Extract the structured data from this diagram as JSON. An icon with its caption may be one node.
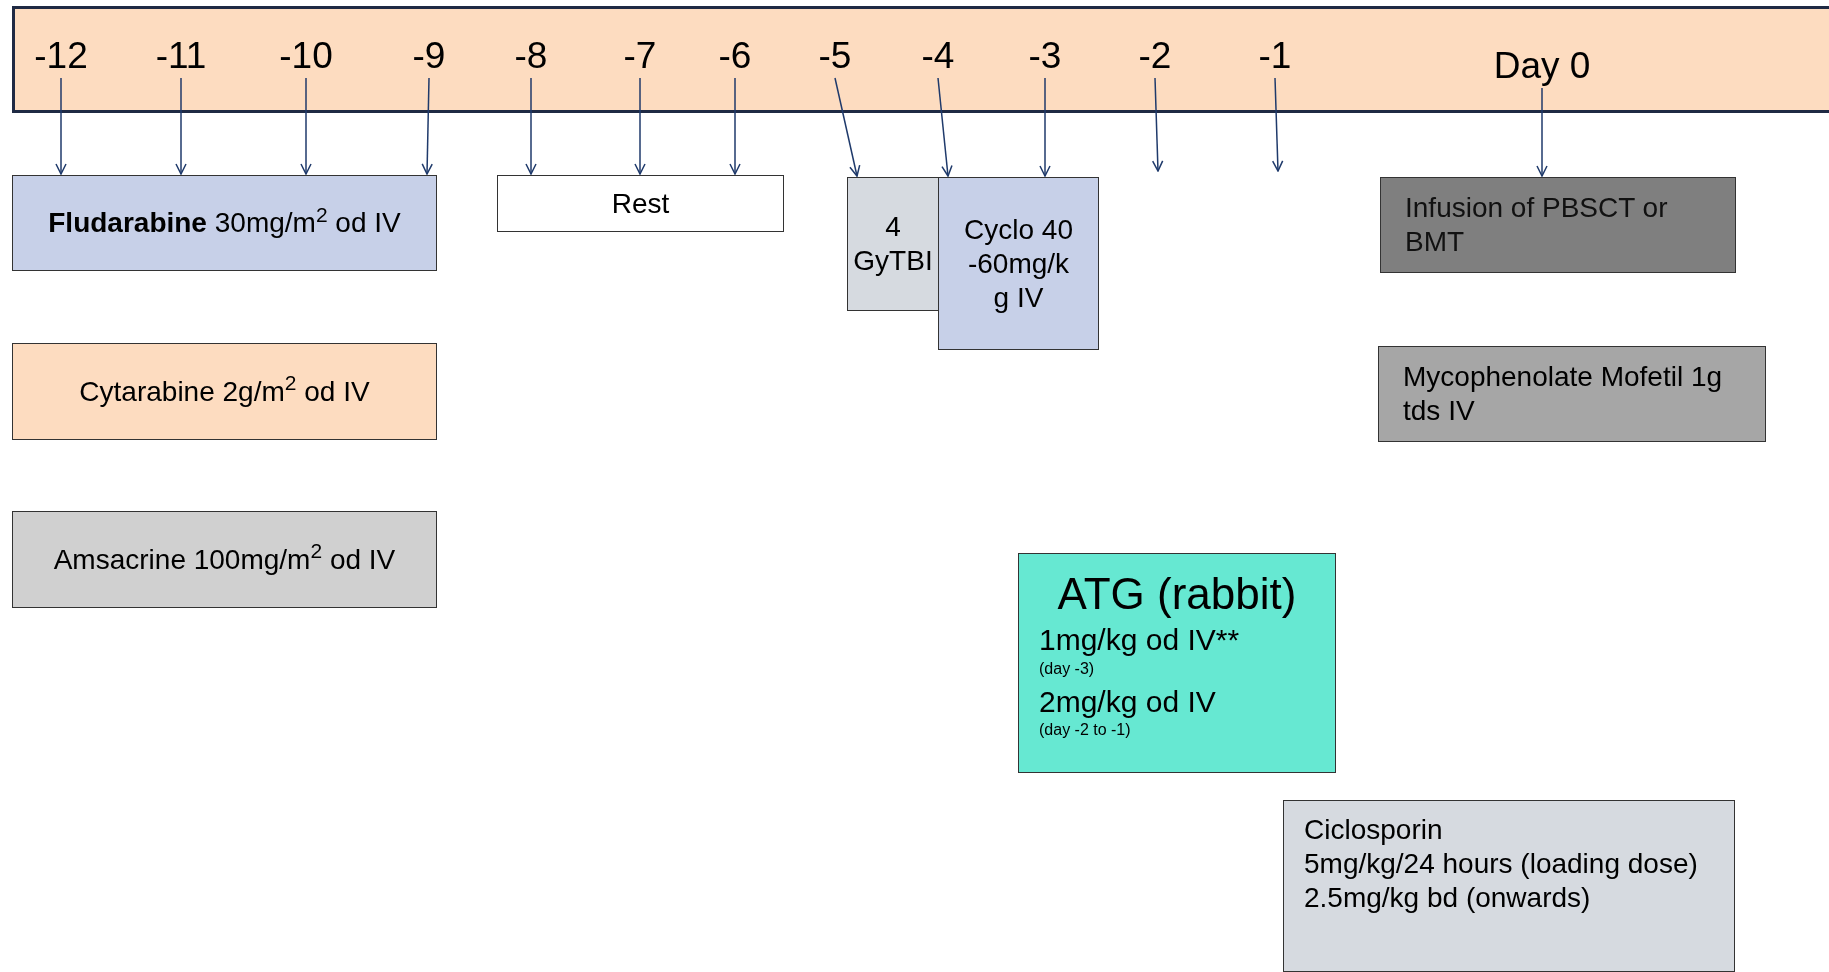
{
  "diagram": {
    "nodes": [
      {
        "text": [],
        "shape": "bar"
      },
      {
        "text": [
          "-12"
        ],
        "in": 0
      },
      {
        "text": [
          "-11"
        ],
        "in": 0
      },
      {
        "text": [
          "-10"
        ],
        "in": 0
      },
      {
        "text": [
          "-9"
        ],
        "in": 0
      },
      {
        "text": [
          "-8"
        ],
        "in": 0
      },
      {
        "text": [
          "-7"
        ],
        "in": 0
      },
      {
        "text": [
          "-6"
        ],
        "in": 0
      },
      {
        "text": [
          "-5"
        ],
        "in": 0
      },
      {
        "text": [
          "-4"
        ],
        "in": 0
      },
      {
        "text": [
          "-3"
        ],
        "in": 0
      },
      {
        "text": [
          "-2"
        ],
        "in": 0
      },
      {
        "text": [
          "-1"
        ],
        "in": 0
      },
      {
        "text": [
          "Day 0"
        ],
        "in": 0
      },
      {
        "text": [
          "**Fludarabine** 30mg/m$^{2}$ od IV"
        ]
      },
      {
        "text": [
          "Rest"
        ]
      },
      {
        "text": [
          "4 GyTBI"
        ]
      },
      {
        "text": [
          "Cyclo 40-60mg/kg IV"
        ]
      },
      {
        "text": [
          "Infusion of PBSCT or BMT"
        ]
      },
      {
        "text": [
          "Cytarabine 2g/m$^{2}$ od IV"
        ]
      },
      {
        "text": [
          "Mycophenolate Mofetil 1g tds IV"
        ]
      },
      {
        "text": [
          "Amsacrine 100mg/m$^{2}$ od IV"
        ]
      },
      {
        "text": [
          "ATG (rabbit)",
          "1mg/kg od IV**",
          "(day -3)",
          "2mg/kg od IV",
          "(day -2 to -1)"
        ]
      },
      {
        "text": [
          "Ciclosporin",
          "5mg/kg/24 hours (loading dose)",
          "2.5mg/kg bd (onwards)"
        ]
      }
    ],
    "edges": [
      {
        "from": 1,
        "to": 14,
        "arrow": "to"
      },
      {
        "from": 2,
        "to": 14,
        "arrow": "to"
      },
      {
        "from": 3,
        "to": 14,
        "arrow": "to"
      },
      {
        "from": 4,
        "to": 14,
        "arrow": "to"
      },
      {
        "from": 5,
        "to": 15,
        "arrow": "to"
      },
      {
        "from": 6,
        "to": 15,
        "arrow": "to"
      },
      {
        "from": 7,
        "to": 15,
        "arrow": "to"
      },
      {
        "from": 8,
        "to": 16,
        "arrow": "to"
      },
      {
        "from": 9,
        "to": 17,
        "arrow": "to"
      },
      {
        "from": 10,
        "to": 17,
        "arrow": "to"
      },
      {
        "from": 11,
        "to": null,
        "arrow": "to"
      },
      {
        "from": 12,
        "to": null,
        "arrow": "to"
      },
      {
        "from": 13,
        "to": 18,
        "arrow": "to"
      }
    ]
  }
}
